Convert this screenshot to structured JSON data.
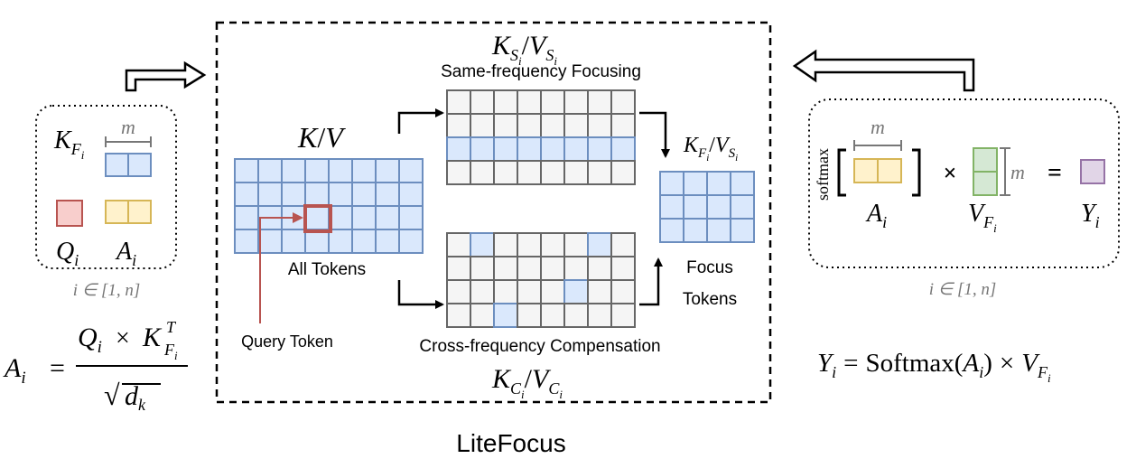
{
  "title": "LiteFocus",
  "colors": {
    "blue_fill": "#dae8fc",
    "blue_stroke": "#6c8ebf",
    "gray_fill": "#f5f5f5",
    "gray_stroke": "#666666",
    "red_fill": "#f8cecc",
    "red_stroke": "#b85450",
    "yellow_fill": "#fff2cc",
    "yellow_stroke": "#d6b656",
    "green_fill": "#d5e8d4",
    "green_stroke": "#82b366",
    "purple_fill": "#e1d5e7",
    "purple_stroke": "#9673a6",
    "query_highlight": "#b85450"
  },
  "left_panel": {
    "kf": {
      "base": "K",
      "sub": "F",
      "subsub": "i"
    },
    "m": "m",
    "q": {
      "base": "Q",
      "sub": "i"
    },
    "a": {
      "base": "A",
      "sub": "i"
    },
    "range": "i ∈ [1, n]",
    "formula": {
      "lhs_base": "A",
      "lhs_sub": "i",
      "eq": "=",
      "num_q": "Q",
      "num_q_sub": "i",
      "times": "×",
      "num_k": "K",
      "num_k_sup": "T",
      "num_k_sub": "F",
      "num_k_subsub": "i",
      "den_sqrt": "√",
      "den_d": "d",
      "den_d_sub": "k"
    }
  },
  "center": {
    "kv": {
      "base1": "K",
      "slash": "/",
      "base2": "V"
    },
    "all_tokens": "All Tokens",
    "query_token": "Query Token",
    "same_freq": {
      "label": "Same-frequency Focusing",
      "math": {
        "b1": "K",
        "s1": "S",
        "ss1": "i",
        "slash": "/",
        "b2": "V",
        "s2": "S",
        "ss2": "i"
      }
    },
    "cross_freq": {
      "label": "Cross-frequency Compensation",
      "math": {
        "b1": "K",
        "s1": "C",
        "ss1": "i",
        "slash": "/",
        "b2": "V",
        "s2": "C",
        "ss2": "i"
      }
    },
    "focus": {
      "line1": "Focus",
      "line2": "Tokens",
      "math": {
        "b1": "K",
        "s1": "F",
        "ss1": "i",
        "slash": "/",
        "b2": "V",
        "s2": "S",
        "ss2": "i"
      }
    }
  },
  "right_panel": {
    "softmax": "softmax",
    "m_top": "m",
    "a": {
      "base": "A",
      "sub": "i"
    },
    "times": "×",
    "v": {
      "base": "V",
      "sub": "F",
      "subsub": "i"
    },
    "m_side": "m",
    "eq": "=",
    "y": {
      "base": "Y",
      "sub": "i"
    },
    "range": "i ∈ [1, n]",
    "formula": {
      "y": "Y",
      "y_sub": "i",
      "eq": "=",
      "fn": "Softmax",
      "lp": "(",
      "a": "A",
      "a_sub": "i",
      "rp": ")",
      "times": "×",
      "v": "V",
      "v_sub": "F",
      "v_subsub": "i"
    }
  }
}
